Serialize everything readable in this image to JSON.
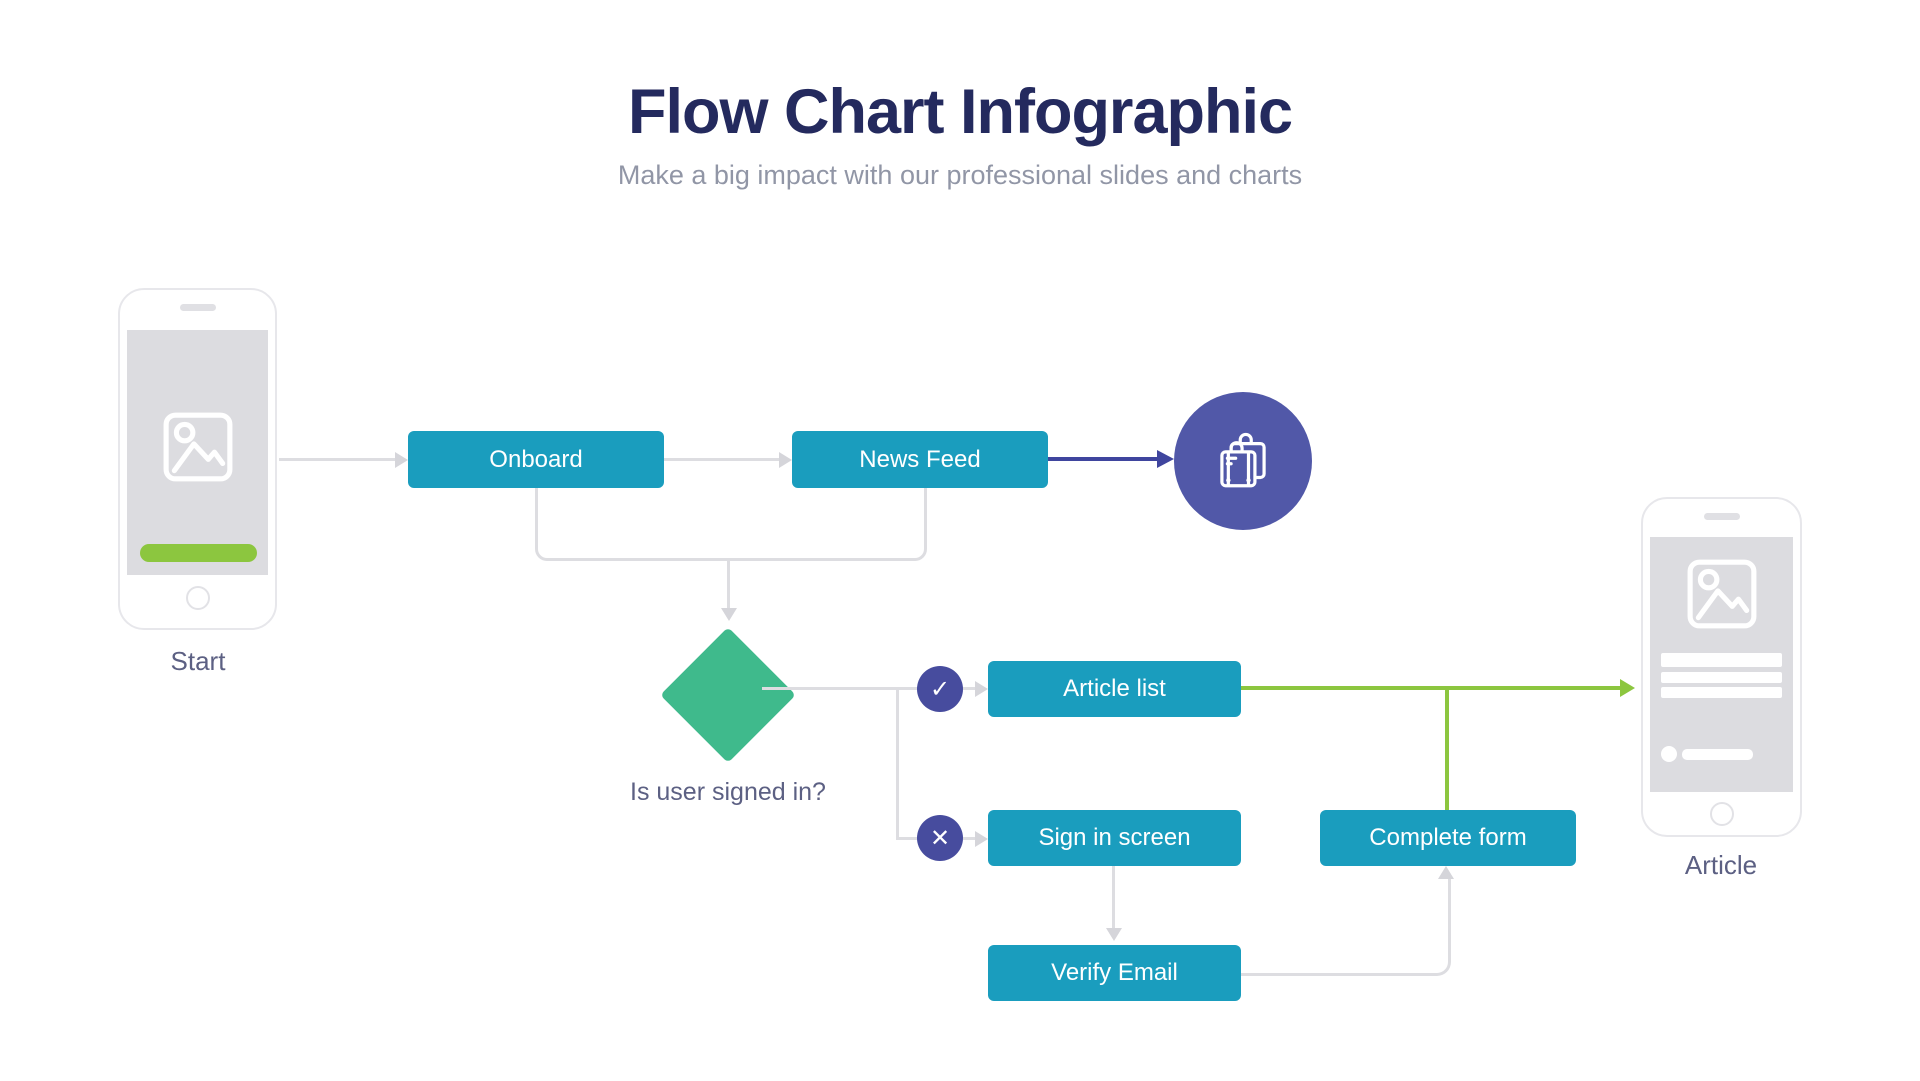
{
  "header": {
    "title": "Flow Chart Infographic",
    "subtitle": "Make a big impact with our professional slides and charts"
  },
  "flow": {
    "start_label": "Start",
    "onboard_label": "Onboard",
    "news_feed_label": "News Feed",
    "decision_question": "Is user signed in?",
    "yes_glyph": "✓",
    "no_glyph": "✕",
    "article_list_label": "Article list",
    "sign_in_label": "Sign in screen",
    "complete_form_label": "Complete form",
    "verify_email_label": "Verify Email",
    "article_label": "Article"
  },
  "colors": {
    "node_teal": "#1A9DBE",
    "diamond_green": "#3FBA8C",
    "accent_green": "#8CC63F",
    "circle_purple": "#5158A8",
    "badge_purple": "#474C9E",
    "arrow_navy": "#3F459E",
    "connector_gray": "#DDDDE1",
    "title_navy": "#242A5E",
    "label_slate": "#5C6083",
    "phone_screen_gray": "#DCDCE0"
  },
  "icons": {
    "briefcase": "briefcase-icon",
    "image_placeholder": "image-placeholder-icon",
    "check": "check-icon",
    "cross": "cross-icon"
  }
}
